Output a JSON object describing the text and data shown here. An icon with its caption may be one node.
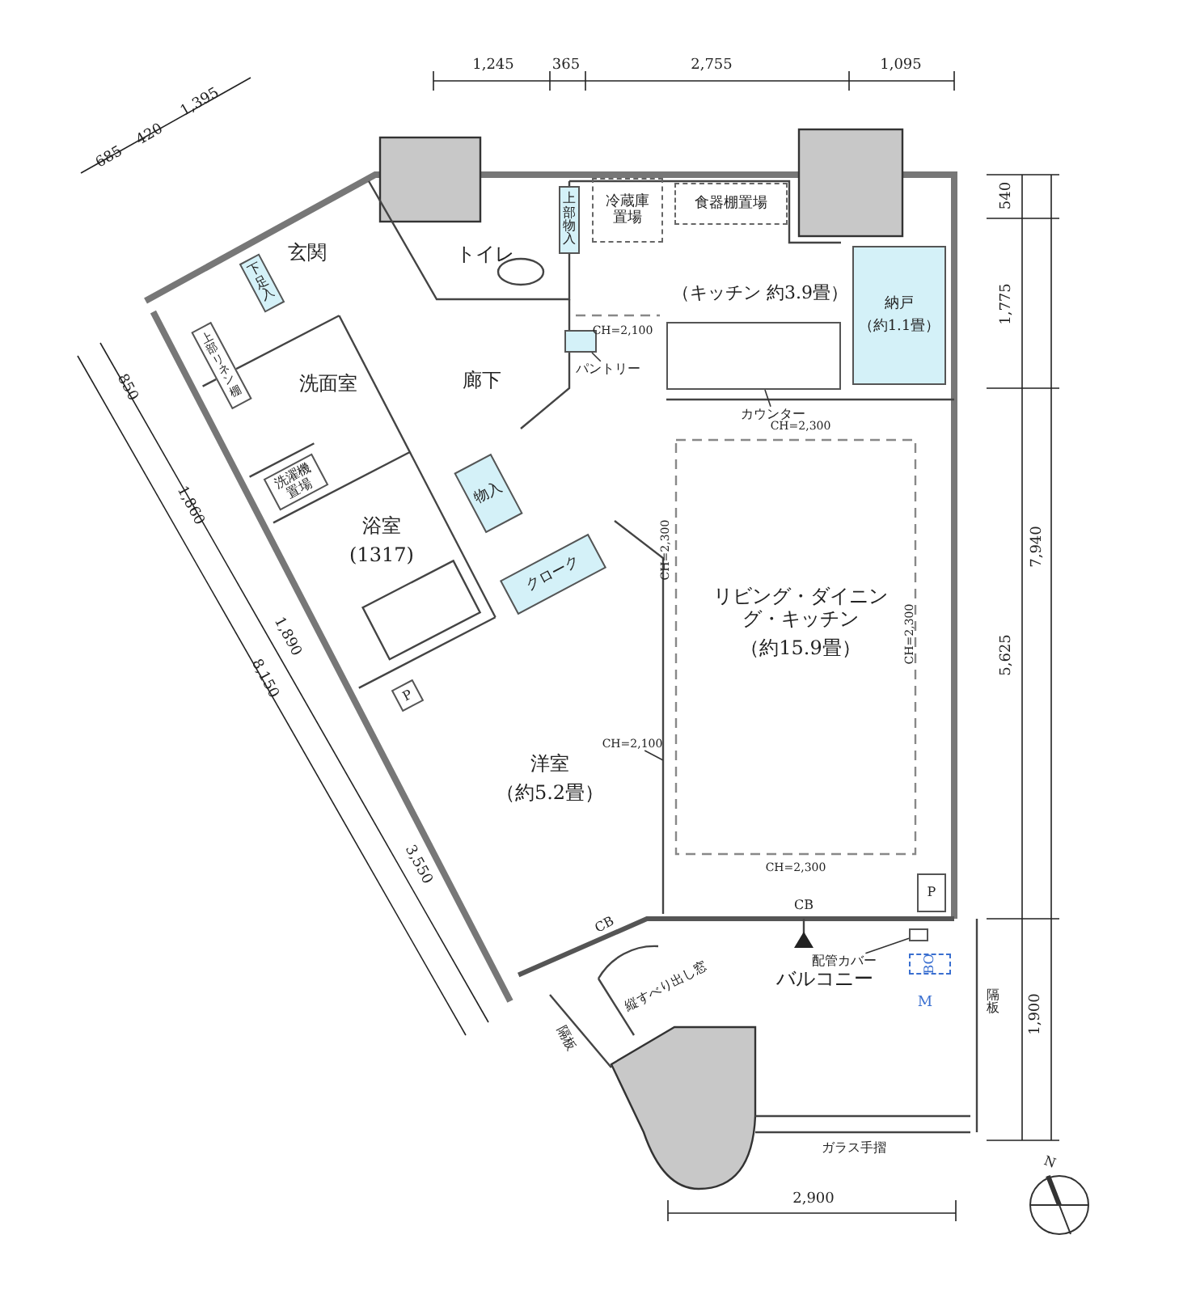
{
  "diagram": {
    "nodes": [
      {
        "text": [
          "玄関"
        ]
      },
      {
        "text": [
          "トイレ"
        ]
      },
      {
        "text": [
          "上部物入"
        ]
      },
      {
        "text": [
          "冷蔵庫置場"
        ]
      },
      {
        "text": [
          "食器棚置場"
        ]
      },
      {
        "text": [
          "（キッチン 約3.9畳）"
        ]
      },
      {
        "text": [
          "納戸",
          "（約1.1畳）"
        ]
      },
      {
        "text": [
          "下足入"
        ]
      },
      {
        "text": [
          "上部リネン棚"
        ]
      },
      {
        "text": [
          "洗面室"
        ]
      },
      {
        "text": [
          "廊下"
        ]
      },
      {
        "text": [
          "洗濯機置場"
        ]
      },
      {
        "text": [
          "物入"
        ]
      },
      {
        "text": [
          "浴室",
          "(1317)"
        ]
      },
      {
        "text": [
          "クローク"
        ]
      },
      {
        "text": [
          "リビング・ダイニング・キッチン",
          "（約15.9畳）"
        ]
      },
      {
        "text": [
          "P"
        ]
      },
      {
        "text": [
          "洋室",
          "（約5.2畳）"
        ]
      },
      {
        "text": [
          "P"
        ]
      },
      {
        "text": [
          "バルコニー"
        ]
      },
      {
        "text": [
          "BO"
        ]
      },
      {
        "text": [
          "M"
        ]
      },
      {
        "text": [
          "パントリー"
        ]
      },
      {
        "text": [],
        "shape": "box"
      },
      {
        "text": [
          "カウンター"
        ]
      },
      {
        "text": [],
        "shape": "box"
      },
      {
        "text": [
          "配管カバー"
        ]
      },
      {
        "text": [],
        "shape": "box"
      },
      {
        "text": [
          "CH=2,100"
        ]
      }
    ],
    "edges": [
      {
        "from": 22,
        "to": 23,
        "arrow": "none"
      },
      {
        "from": 24,
        "to": 25,
        "arrow": "none"
      },
      {
        "from": 26,
        "to": 27,
        "arrow": "none"
      },
      {
        "from": 28,
        "to": null,
        "arrow": "none"
      }
    ],
    "labels": [
      "685",
      "420",
      "1,395",
      "1,245",
      "365",
      "2,755",
      "1,095",
      "540",
      "1,775",
      "7,940",
      "5,625",
      "850",
      "1,860",
      "1,890",
      "8,150",
      "CH=2,100",
      "CH=2,300",
      "CH=2,300",
      "CH=2,300",
      "CH=2,300",
      "3,550",
      "CB",
      "CB",
      "縦すべり出し窓",
      "隔板",
      "隔板",
      "1,900",
      "ガラス手摺",
      "2,900",
      "N"
    ]
  }
}
